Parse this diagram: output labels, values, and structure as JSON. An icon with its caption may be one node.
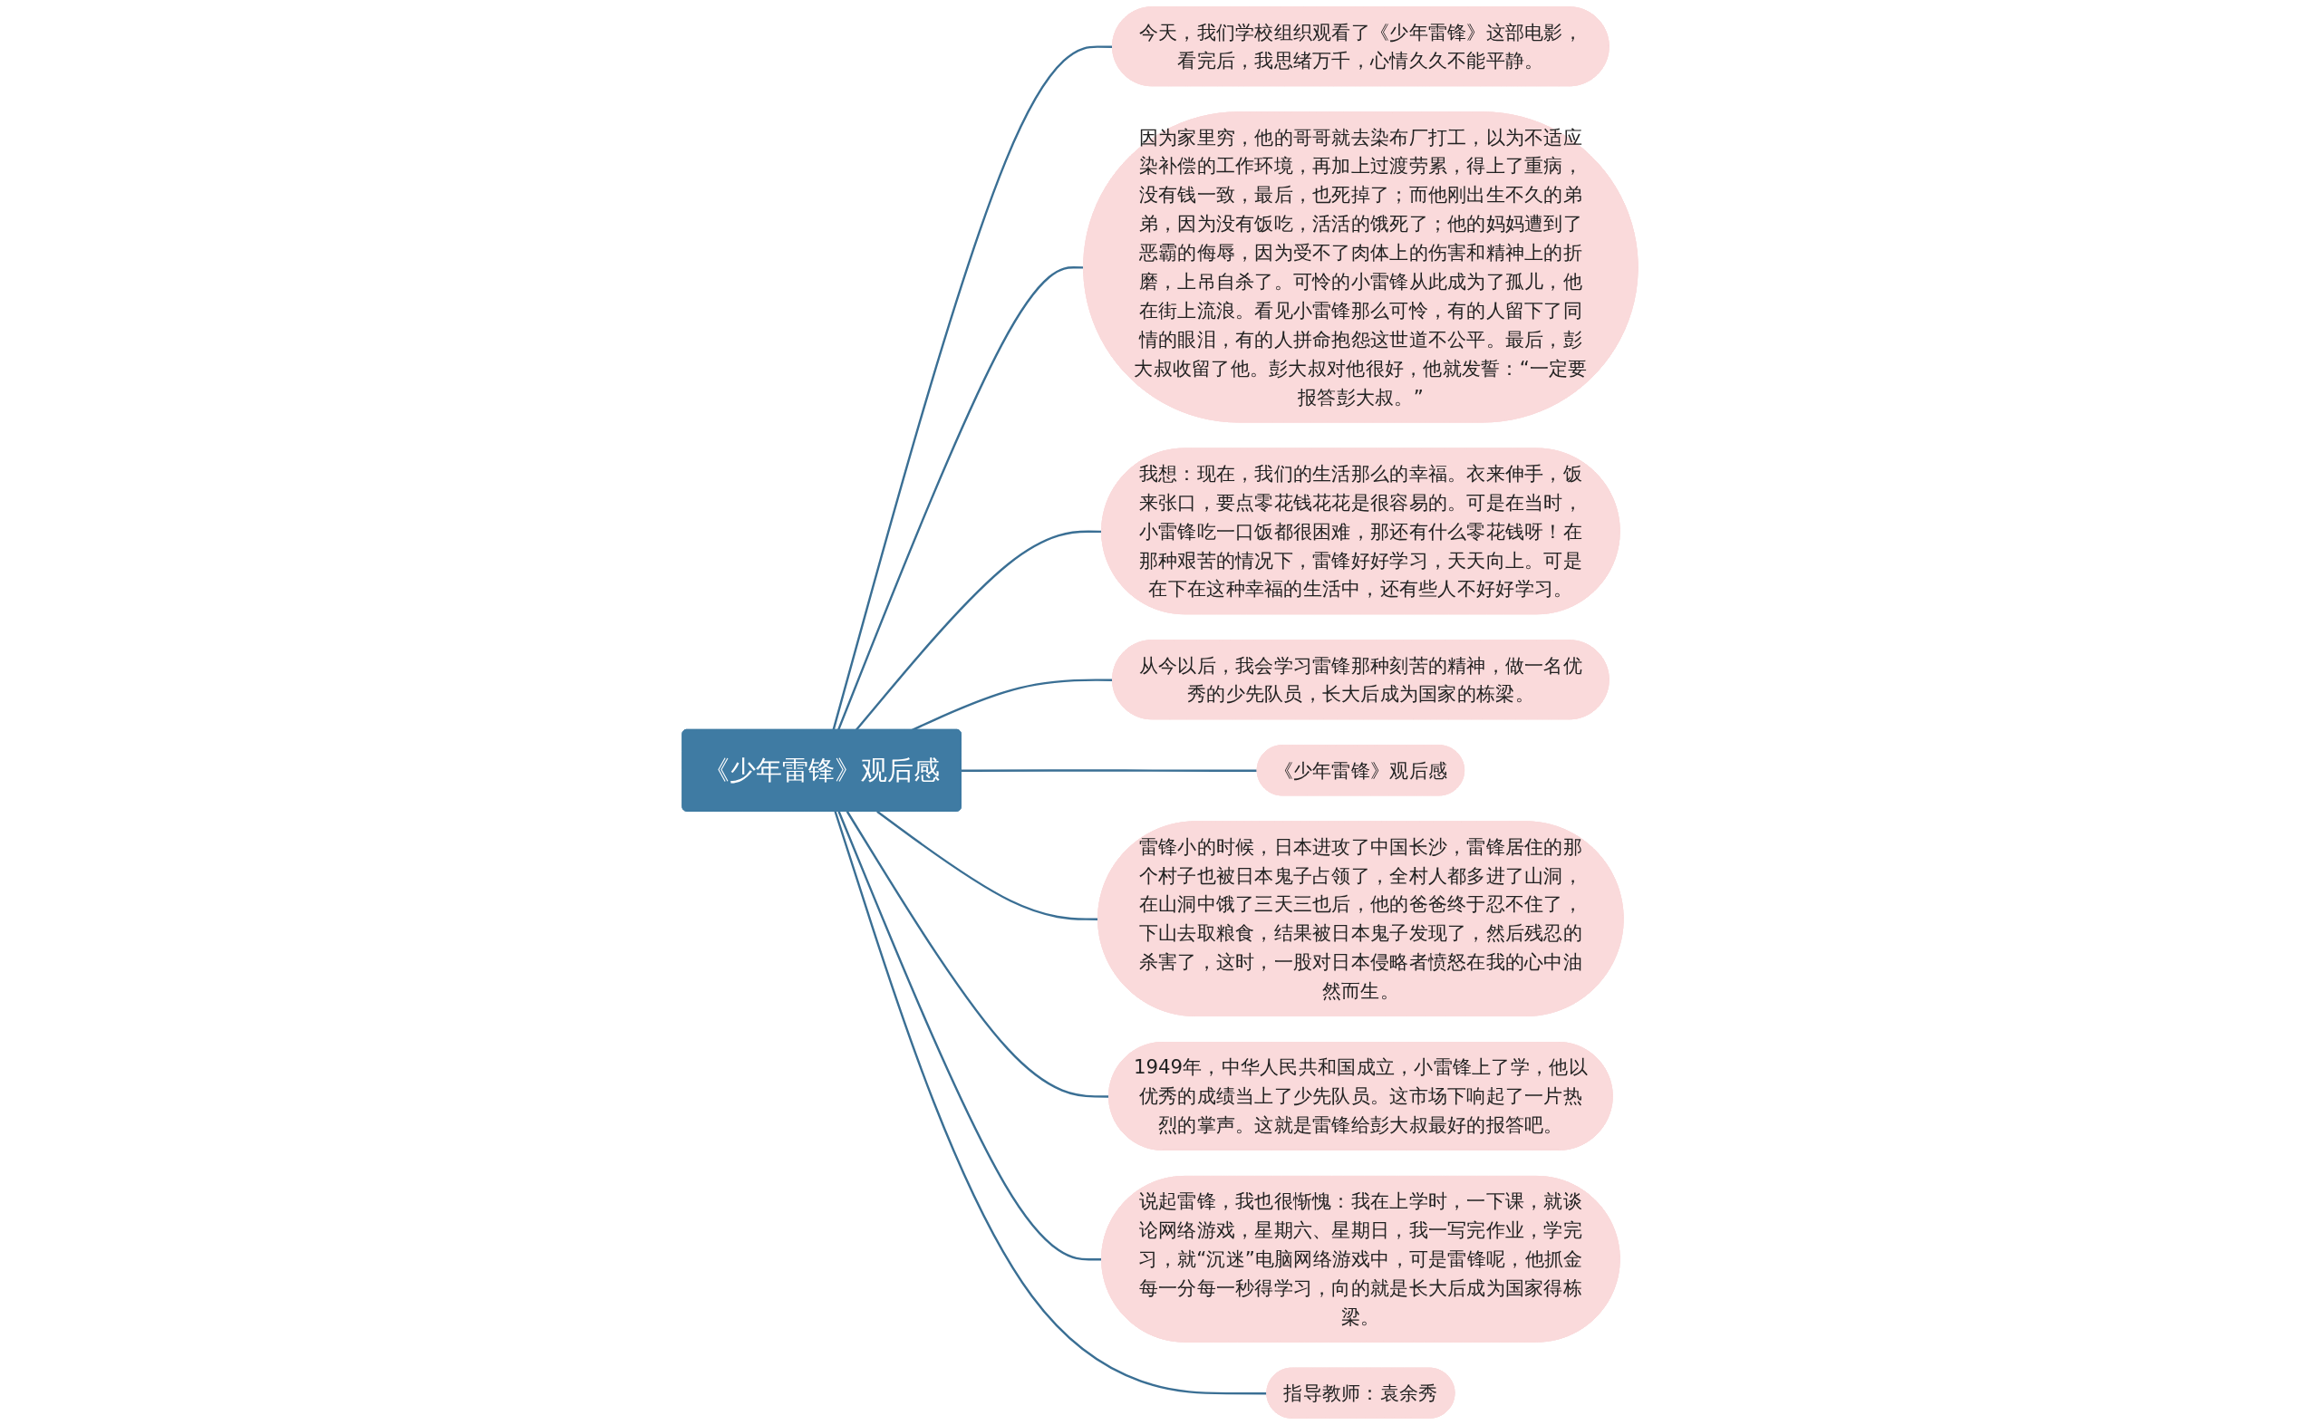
{
  "diagram": {
    "nodes": [
      {
        "text": [
          "《少年雷锋》观后感"
        ]
      },
      {
        "text": [
          "今天，我们学校组织观看了《少年雷锋》这部电影，看完后，我思绪万千，心情久久不能平静。"
        ]
      },
      {
        "text": [
          "因为家里穷，他的哥哥就去染布厂打工，以为不适应染补偿的工作环境，再加上过渡劳累，得上了重病，没有钱一致，最后，也死掉了；而他刚出生不久的弟弟，因为没有饭吃，活活的饿死了；他的妈妈遭到了恶霸的侮辱，因为受不了肉体上的伤害和精神上的折磨，上吊自杀了。可怜的小雷锋从此成为了孤儿，他在街上流浪。看见小雷锋那么可怜，有的人留下了同情的眼泪，有的人拼命抱怨这世道不公平。最后，彭大叔收留了他。彭大叔对他很好，他就发誓：“一定要报答彭大叔。”"
        ]
      },
      {
        "text": [
          "我想：现在，我们的生活那么的幸福。衣来伸手，饭来张口，要点零花钱花花是很容易的。可是在当时，小雷锋吃一口饭都很困难，那还有什么零花钱呀！在那种艰苦的情况下，雷锋好好学习，天天向上。可是在下在这种幸福的生活中，还有些人不好好学习。"
        ]
      },
      {
        "text": [
          "从今以后，我会学习雷锋那种刻苦的精神，做一名优秀的少先队员，长大后成为国家的栋梁。"
        ]
      },
      {
        "text": [
          "《少年雷锋》观后感"
        ]
      },
      {
        "text": [
          "雷锋小的时候，日本进攻了中国长沙，雷锋居住的那个村子也被日本鬼子占领了，全村人都多进了山洞，在山洞中饿了三天三也后，他的爸爸终于忍不住了，下山去取粮食，结果被日本鬼子发现了，然后残忍的杀害了，这时，一股对日本侵略者愤怒在我的心中油然而生。"
        ]
      },
      {
        "text": [
          "1949年，中华人民共和国成立，小雷锋上了学，他以优秀的成绩当上了少先队员。这市场下响起了一片热烈的掌声。这就是雷锋给彭大叔最好的报答吧。"
        ]
      },
      {
        "text": [
          "说起雷锋，我也很惭愧：我在上学时，一下课，就谈论网络游戏，星期六、星期日，我一写完作业，学完习，就“沉迷”电脑网络游戏中，可是雷锋呢，他抓金每一分每一秒得学习，向的就是长大后成为国家得栋梁。"
        ]
      },
      {
        "text": [
          "指导教师：袁余秀"
        ]
      }
    ],
    "edges": [
      {
        "from": 0,
        "to": 1,
        "arrow": "none"
      },
      {
        "from": 0,
        "to": 2,
        "arrow": "none"
      },
      {
        "from": 0,
        "to": 3,
        "arrow": "none"
      },
      {
        "from": 0,
        "to": 4,
        "arrow": "none"
      },
      {
        "from": 0,
        "to": 5,
        "arrow": "none"
      },
      {
        "from": 0,
        "to": 6,
        "arrow": "none"
      },
      {
        "from": 0,
        "to": 7,
        "arrow": "none"
      },
      {
        "from": 0,
        "to": 8,
        "arrow": "none"
      },
      {
        "from": 0,
        "to": 9,
        "arrow": "none"
      }
    ]
  }
}
